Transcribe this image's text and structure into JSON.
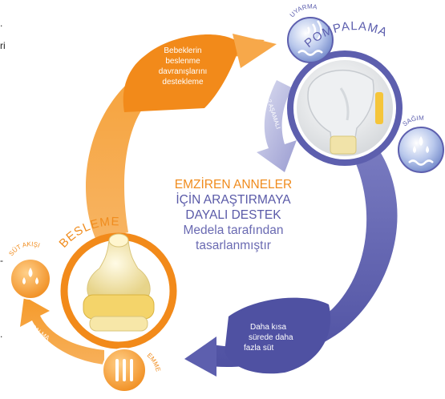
{
  "title": {
    "line1": "EMZİREN ANNELER",
    "line2": "İÇİN ARAŞTIRMAYA",
    "line3": "DAYALI DESTEK",
    "line4": "Medela tarafından",
    "line5": "tasarlanmıştır"
  },
  "stages": {
    "pumping": "POMPALAMA",
    "feeding": "BESLEME"
  },
  "phases": {
    "stimulation": "UYARMA",
    "expression": "SAĞIM",
    "two_phase": "2 AŞAMALI",
    "milk_flow": "SÜT AKIŞI",
    "sucking": "EMME",
    "swallowing": "ÇALMA"
  },
  "bubbles": {
    "orange": [
      "Bebeklerin",
      "beslenme",
      "davranışlarını",
      "destekleme"
    ],
    "purple": [
      "Daha kısa",
      "sürede daha",
      "fazla süt"
    ]
  },
  "edge_text": {
    "top_left": ".",
    "left_1": "ri",
    "left_2": "-",
    "left_3": "."
  },
  "colors": {
    "orange": "#f08c1e",
    "orange_light": "#f7a84a",
    "purple": "#5d5fae",
    "purple_light": "#8a8cc8",
    "icon_blue": "#6f8fcf"
  }
}
